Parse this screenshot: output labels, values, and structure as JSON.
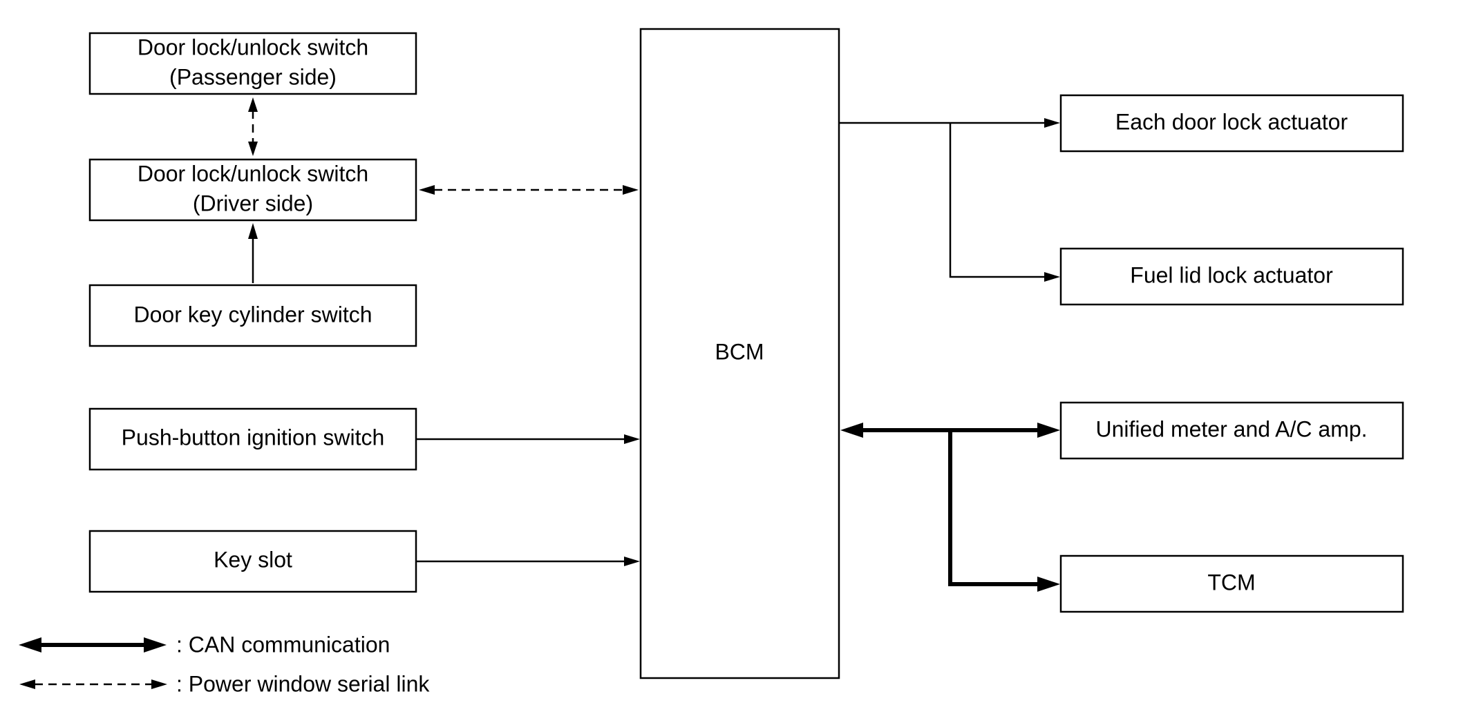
{
  "blocks": {
    "passenger_switch": [
      "Door lock/unlock switch",
      "(Passenger side)"
    ],
    "driver_switch": [
      "Door lock/unlock switch",
      "(Driver side)"
    ],
    "key_cylinder": "Door key cylinder switch",
    "push_button": "Push-button ignition switch",
    "key_slot": "Key slot",
    "bcm": "BCM",
    "door_lock_actuator": "Each door lock actuator",
    "fuel_lid_actuator": "Fuel lid lock actuator",
    "unified_meter": "Unified meter and A/C amp.",
    "tcm": "TCM"
  },
  "legend": {
    "can": ": CAN communication",
    "serial": ": Power window serial link"
  },
  "colors": {
    "line": "#000000",
    "background": "#ffffff"
  }
}
